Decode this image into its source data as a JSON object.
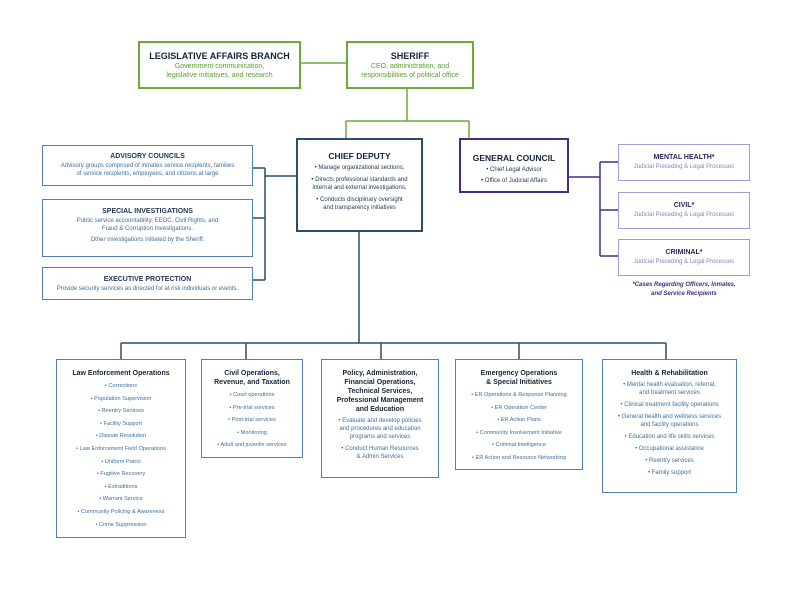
{
  "top": {
    "legislative": {
      "title": "LEGISLATIVE AFFAIRS BRANCH",
      "desc1": "Government communication,",
      "desc2": "legislative initiatives, and research"
    },
    "sheriff": {
      "title": "SHERIFF",
      "desc1": "CEO, administration, and",
      "desc2": "responsibilities of political office"
    }
  },
  "chief_deputy": {
    "title": "CHIEF DEPUTY",
    "items": [
      [
        "• Manage organizational sections,"
      ],
      [
        "• Directs professional standards and",
        "internal and external investigations,"
      ],
      [
        "• Conducts disciplinary oversight",
        "and transparency initiatives"
      ]
    ]
  },
  "general_council": {
    "title": "GENERAL COUNCIL",
    "items": [
      "• Chief Legal Advisor",
      "• Office of Judicial Affairs"
    ]
  },
  "left_units": [
    {
      "title": "ADVISORY COUNCILS",
      "lines": [
        "Advisory groups comprised of inmates service recipients, families",
        "of service recipients, employees, and citizens at large"
      ]
    },
    {
      "title": "SPECIAL INVESTIGATIONS",
      "lines": [
        "Public service accountability, EEOC, Civil Rights, and",
        "Fraud & Corruption Investigations.",
        "Other investigations initiated by the Sheriff."
      ]
    },
    {
      "title": "EXECUTIVE PROTECTION",
      "lines": [
        "Provide security services as directed for at risk individuals or events."
      ]
    }
  ],
  "right_units": [
    {
      "title": "MENTAL HEALTH*",
      "sub": "Judicial Preceding & Legal Processes"
    },
    {
      "title": "CIVIL*",
      "sub": "Judicial Preceding & Legal Processes"
    },
    {
      "title": "CRIMINAL*",
      "sub": "Judicial Preceding & Legal Processes"
    }
  ],
  "right_note": [
    "*Cases Regarding Officers, Inmates,",
    "and Service Recipients"
  ],
  "divisions": [
    {
      "title": [
        "Law Enforcement Operations"
      ],
      "items": [
        "• Corrections",
        "• Population Supervision",
        "• Reentry Services",
        "• Facility Support",
        "• Dispute Resolution",
        "• Law Enforcement Field Operations",
        "• Uniform Patrol",
        "• Fugitive Recovery",
        "• Extraditions",
        "• Warrant Service",
        "• Community Policing & Awareness",
        "• Crime Suppression"
      ]
    },
    {
      "title": [
        "Civil Operations,",
        "Revenue, and Taxation"
      ],
      "items": [
        "• Court operations",
        "• Pre-trial services",
        "• Post-trial services",
        "• Monitoring",
        "• Adult and juvenile services"
      ]
    },
    {
      "title": [
        "Policy, Administration,",
        "Financial Operations,",
        "Technical Services,",
        "Professional Management",
        "and Education"
      ],
      "items": [
        "• Evaluate and develop policies",
        "and procedures and education",
        "programs and services",
        "• Conduct Human Resources",
        "& Admin Services"
      ]
    },
    {
      "title": [
        "Emergency Operations",
        "& Special Initiatives"
      ],
      "items": [
        "• ER Operations & Response Planning",
        "• ER Operation Center",
        "• ER Action Plans",
        "• Community Involvement Initiative",
        "• Criminal Intelligence",
        "• ER Action and Resource Networking"
      ]
    },
    {
      "title": [
        "Health & Rehabilitation"
      ],
      "items": [
        "• Mental health evaluation, referral,",
        "and treatment services",
        "• Clinical treatment facility operations",
        "• General health and wellness services",
        "and facility operations",
        "• Education and life skills services",
        "• Occupational assistance",
        "• Reentry services",
        "• Family support"
      ]
    }
  ],
  "colors": {
    "green": "#6aab3c",
    "navy": "#2a4c73",
    "blue": "#4f81b8",
    "purple": "#4a2c84",
    "lavender": "#a99ad6"
  }
}
